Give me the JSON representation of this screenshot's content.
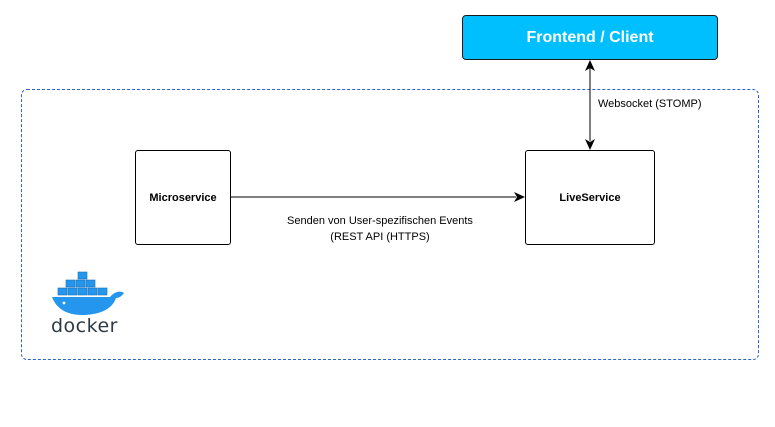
{
  "nodes": {
    "frontend": {
      "label": "Frontend / Client"
    },
    "microservice": {
      "label": "Microservice"
    },
    "liveservice": {
      "label": "LiveService"
    }
  },
  "edges": {
    "websocket": {
      "label": "Websocket (STOMP)"
    },
    "rest": {
      "label_line1": "Senden von User-spezifischen Events",
      "label_line2": "(REST API (HTTPS)"
    }
  },
  "boundary": {
    "logo_text": "docker"
  },
  "colors": {
    "frontend_fill": "#00bfff",
    "boundary_stroke": "#2b63c7",
    "docker_blue": "#2496ed"
  }
}
